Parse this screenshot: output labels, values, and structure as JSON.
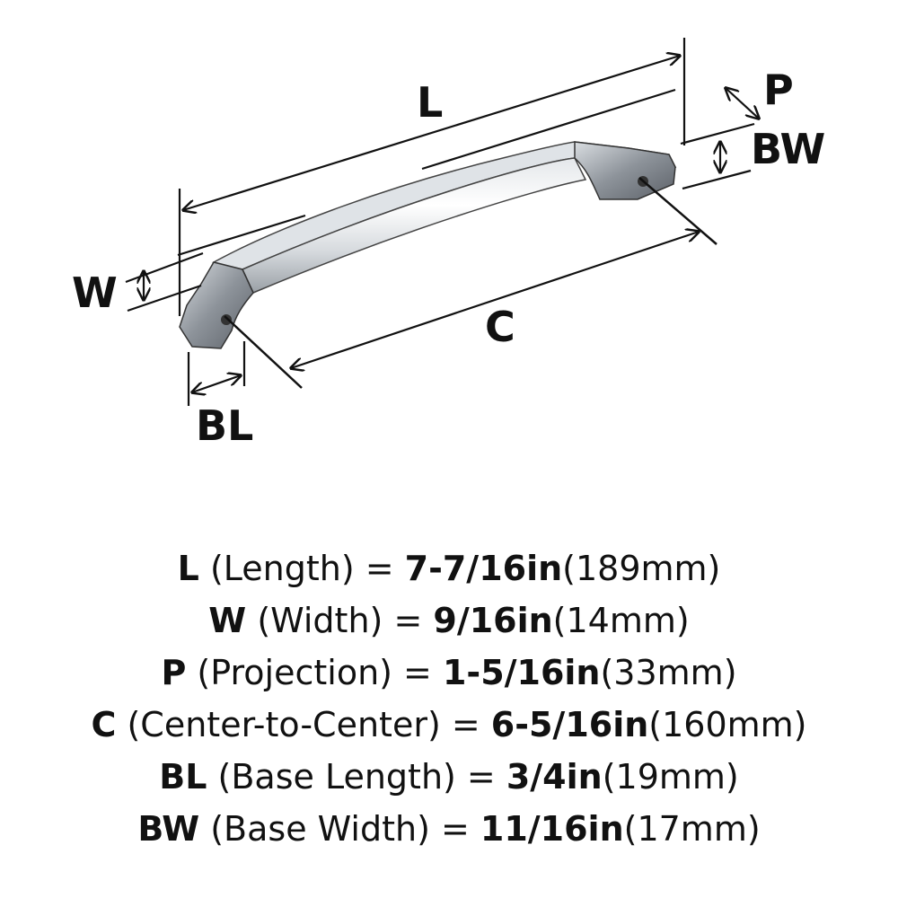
{
  "diagram": {
    "labels": {
      "L": "L",
      "P": "P",
      "BW": "BW",
      "W": "W",
      "C": "C",
      "BL": "BL"
    },
    "colors": {
      "line": "#111111",
      "metal_light": "#f2f4f6",
      "metal_mid": "#c8ccd1",
      "metal_dark": "#6f757c"
    }
  },
  "specs": [
    {
      "symbol": "L",
      "description": "(Length) = ",
      "imperial": "7-7/16in",
      "metric": "(189mm)"
    },
    {
      "symbol": "W",
      "description": "(Width) = ",
      "imperial": "9/16in",
      "metric": "(14mm)"
    },
    {
      "symbol": "P",
      "description": "(Projection) = ",
      "imperial": "1-5/16in",
      "metric": "(33mm)"
    },
    {
      "symbol": "C",
      "description": "(Center-to-Center) = ",
      "imperial": "6-5/16in",
      "metric": "(160mm)"
    },
    {
      "symbol": "BL",
      "description": "(Base Length) = ",
      "imperial": "3/4in",
      "metric": "(19mm)"
    },
    {
      "symbol": "BW",
      "description": "(Base Width) = ",
      "imperial": "11/16in",
      "metric": "(17mm)"
    }
  ]
}
